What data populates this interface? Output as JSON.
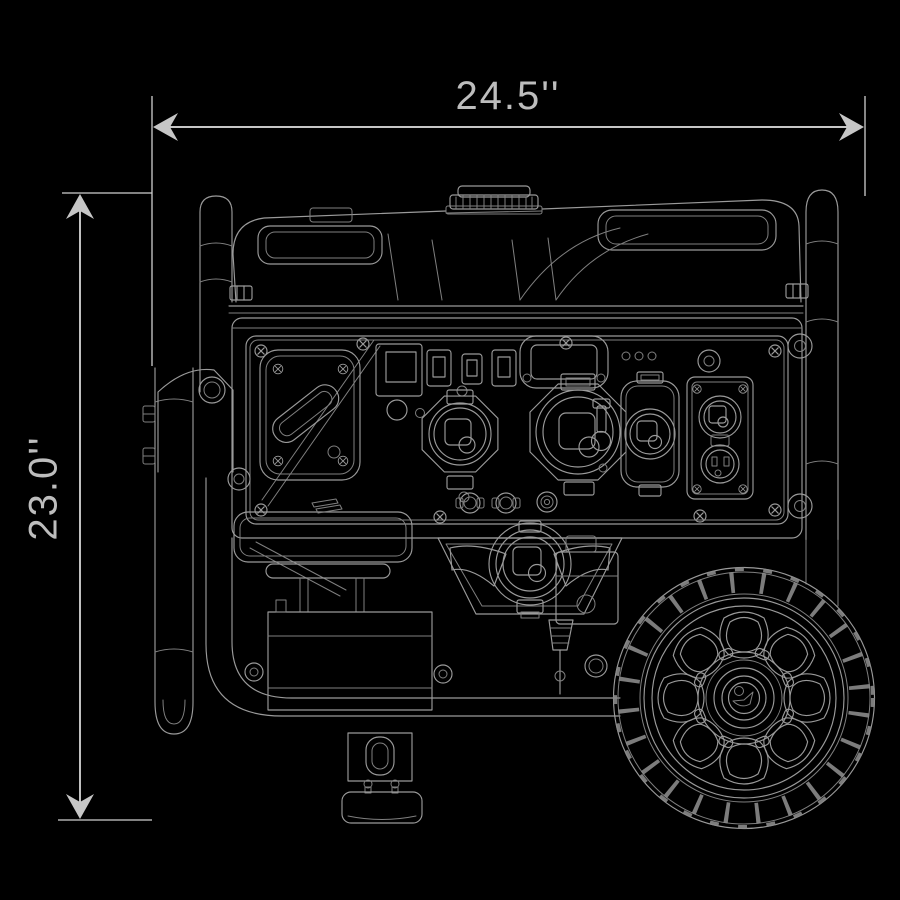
{
  "page": {
    "background_color": "#000000"
  },
  "figure": {
    "description": "Technical wireframe line drawing of a portable generator (side view) with overall width and height dimension callouts",
    "line_color": "#9a9a9a",
    "dimension_line_color": "#e3e3e3",
    "dimension_text_color": "#bdbdbd"
  },
  "dimensions": {
    "width_label": "24.5''",
    "height_label": "23.0''"
  }
}
